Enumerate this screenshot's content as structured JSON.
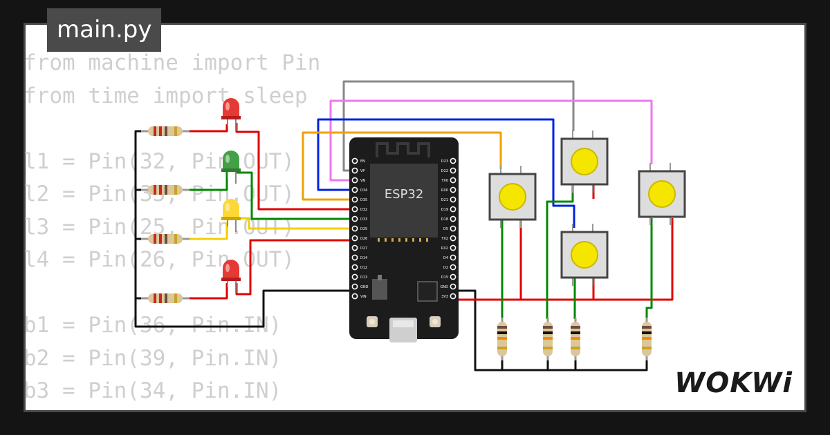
{
  "file_tab": {
    "label": "main.py"
  },
  "code_lines": [
    "from machine import Pin",
    "from time import sleep",
    "",
    "l1 = Pin(32, Pin.OUT)",
    "l2 = Pin(33, Pin.OUT)",
    "l3 = Pin(25, Pin.OUT)",
    "l4 = Pin(26, Pin.OUT)",
    "",
    "b1 = Pin(36, Pin.IN)",
    "b2 = Pin(39, Pin.IN)",
    "b3 = Pin(34, Pin.IN)"
  ],
  "board": {
    "label": "ESP32",
    "left_pins": [
      "EN",
      "VP",
      "VN",
      "D34",
      "D35",
      "D32",
      "D33",
      "D25",
      "D26",
      "D27",
      "D14",
      "D12",
      "D13",
      "GND",
      "VIN"
    ],
    "right_pins": [
      "D23",
      "D22",
      "TX0",
      "RX0",
      "D21",
      "D19",
      "D18",
      "D5",
      "TX2",
      "RX2",
      "D4",
      "D2",
      "D15",
      "GND",
      "3V3"
    ]
  },
  "leds": [
    {
      "name": "led-red-1",
      "color": "#e53935"
    },
    {
      "name": "led-green",
      "color": "#43a047"
    },
    {
      "name": "led-yellow",
      "color": "#fdd835"
    },
    {
      "name": "led-red-2",
      "color": "#e53935"
    }
  ],
  "wire_colors": {
    "red": "#e00000",
    "green": "#008800",
    "yellow": "#f2d000",
    "orange": "#f0a000",
    "blue": "#0020e0",
    "violet": "#ee77ee",
    "gray": "#888888",
    "black": "#111111"
  },
  "brand": {
    "label": "WOKWi"
  }
}
